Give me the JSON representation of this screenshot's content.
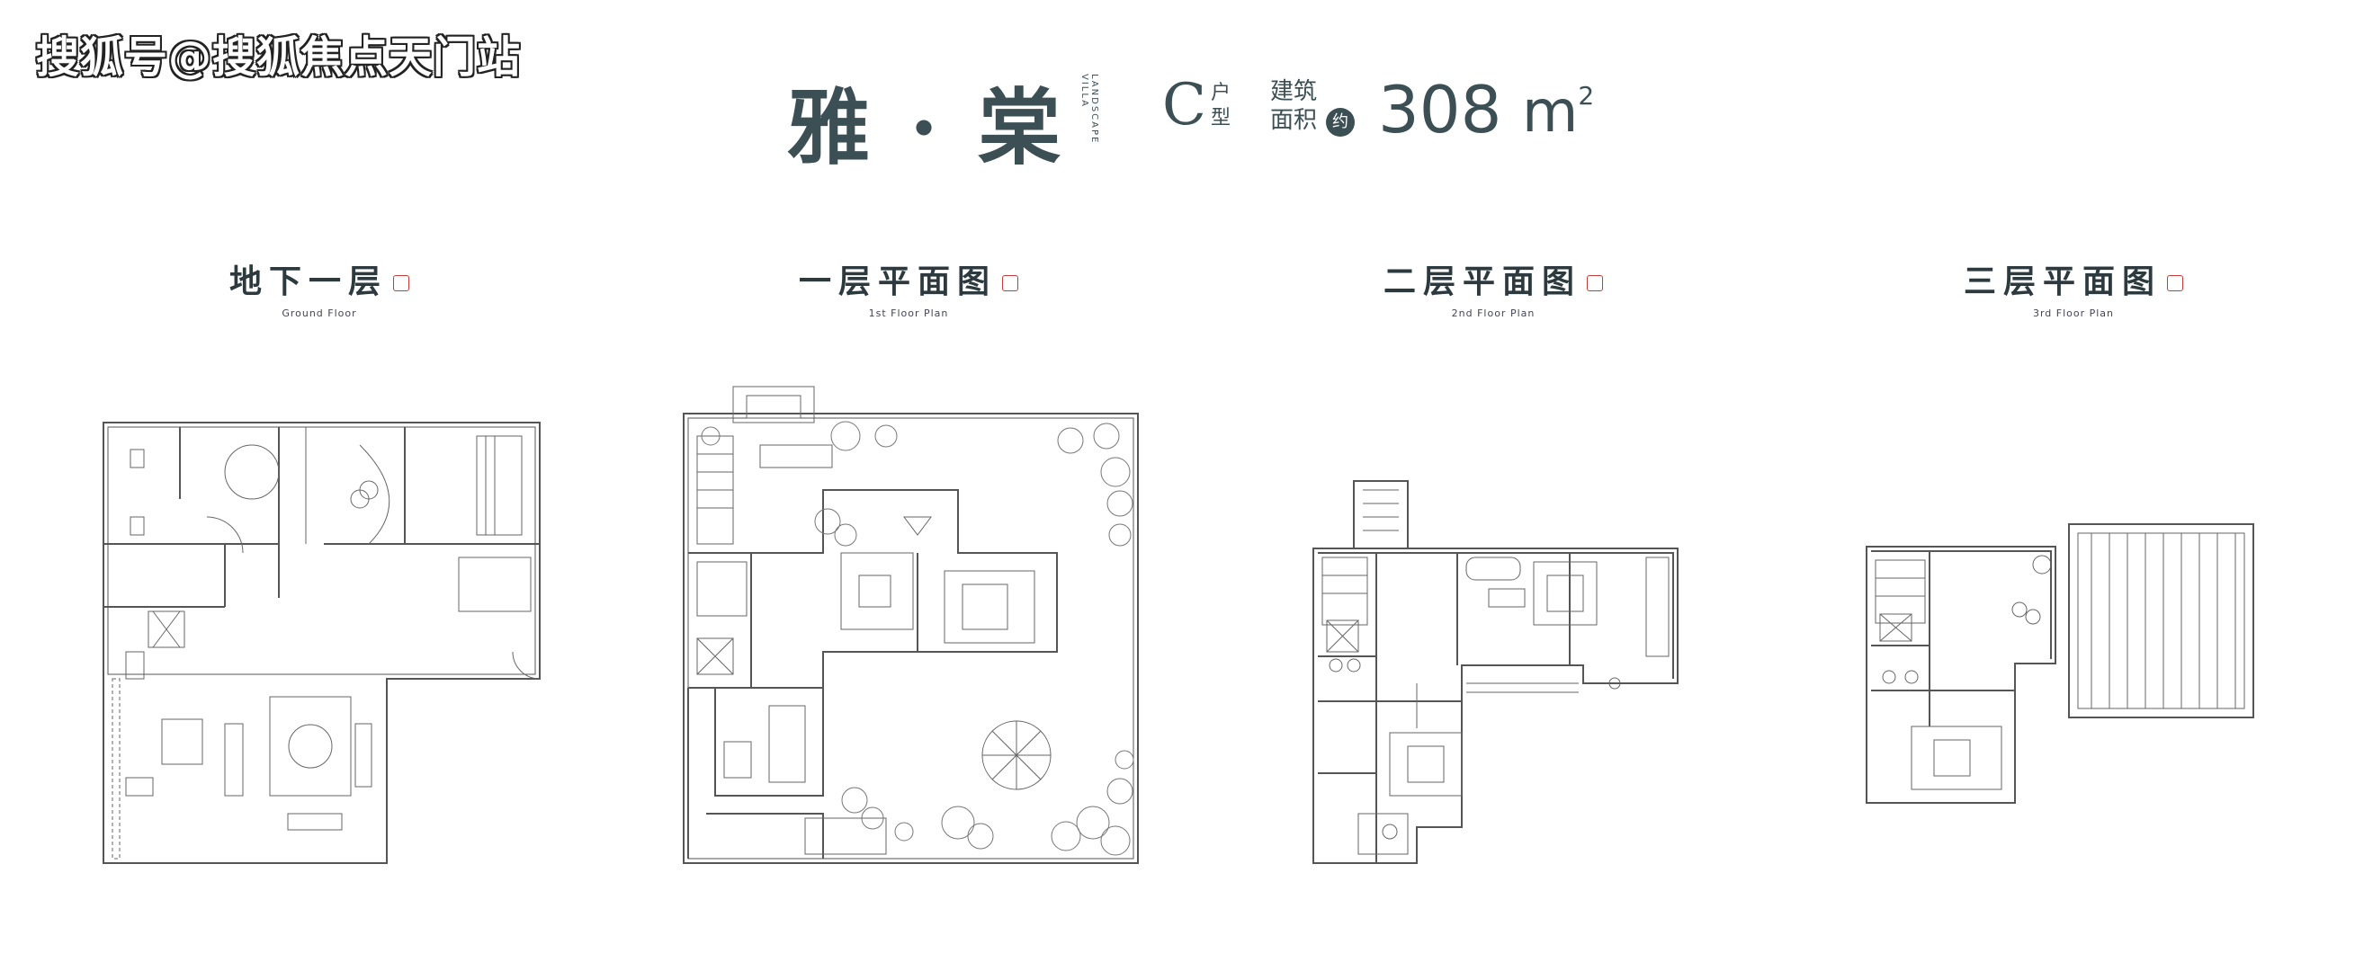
{
  "watermark": "搜狐号@搜狐焦点天门站",
  "header": {
    "brand": "雅 · 棠",
    "brand_side_en": "LANDSCAPE VILLA",
    "type_letter": "C",
    "type_label": "户型",
    "area_label": "建筑面积",
    "approx": "约",
    "area_value": "308",
    "area_unit": "m",
    "area_unit_sup": "2"
  },
  "floors": [
    {
      "cn": "地下一层",
      "en": "Ground Floor"
    },
    {
      "cn": "一层平面图",
      "en": "1st Floor Plan"
    },
    {
      "cn": "二层平面图",
      "en": "2nd Floor Plan"
    },
    {
      "cn": "三层平面图",
      "en": "3rd Floor Plan"
    }
  ],
  "colors": {
    "ink": "#3b4f55",
    "seal": "#c23a3a",
    "line": "#555555"
  }
}
